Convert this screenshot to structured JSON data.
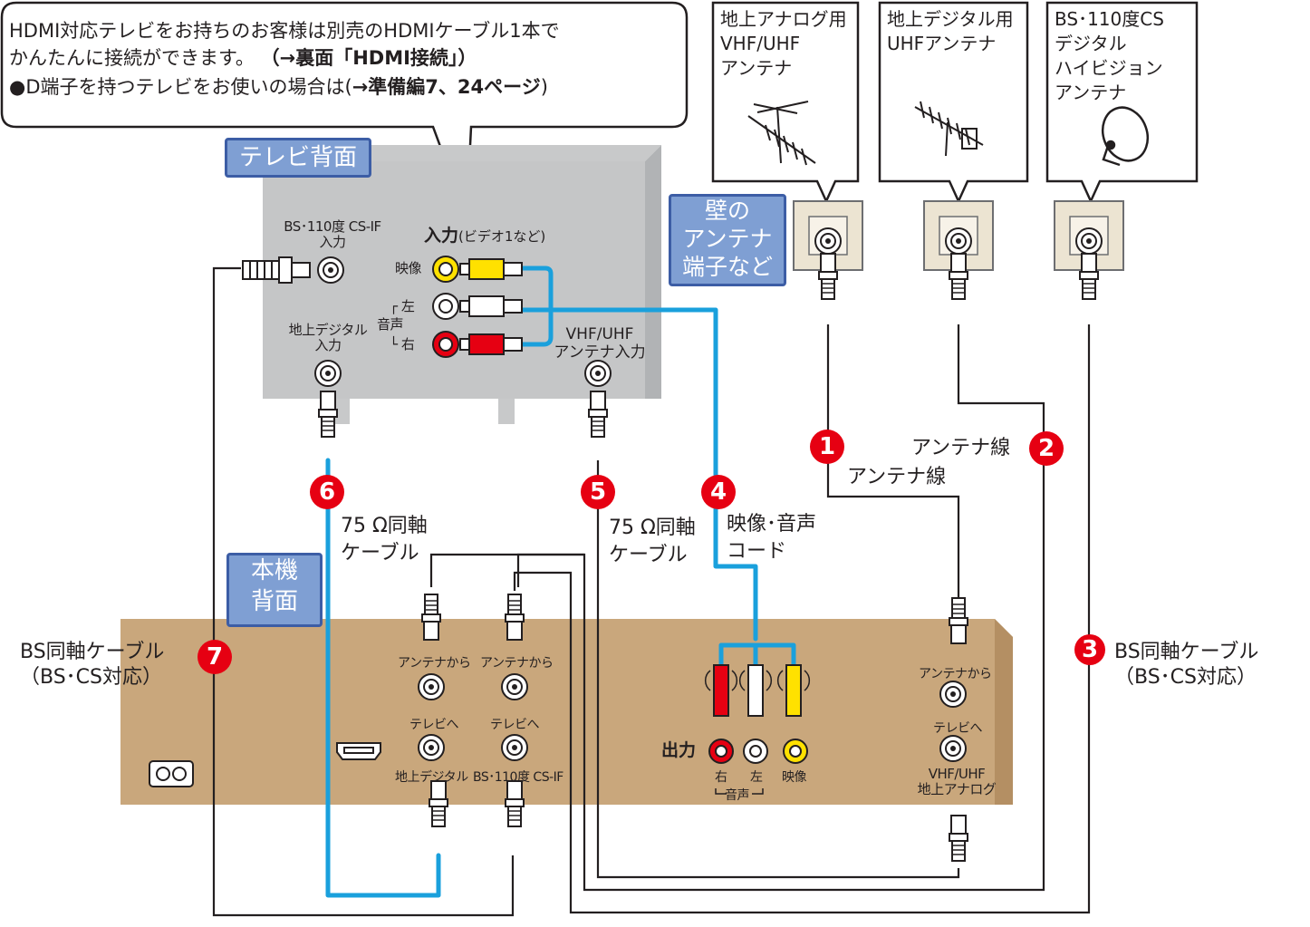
{
  "note": {
    "line1": "HDMI対応テレビをお持ちのお客様は別売のHDMIケーブル1本で",
    "line2a": "かんたんに接続ができます。",
    "line2b": "（→裏面「HDMI接続」）",
    "line3a": "●D端子を持つテレビをお使いの場合は(",
    "line3b": "→準備編7、24ページ",
    "line3c": ")"
  },
  "antennas": [
    {
      "lines": [
        "地上アナログ用",
        "VHF/UHF",
        "アンテナ"
      ]
    },
    {
      "lines": [
        "地上デジタル用",
        "UHFアンテナ"
      ]
    },
    {
      "lines": [
        "BS･110度CS",
        "デジタル",
        "ハイビジョン",
        "アンテナ"
      ]
    }
  ],
  "wall_tag": [
    "壁の",
    "アンテナ",
    "端子など"
  ],
  "tv_tag": "テレビ背面",
  "unit_tag": [
    "本機",
    "背面"
  ],
  "tv": {
    "bs_in": [
      "BS･110度 CS-IF",
      "入力"
    ],
    "input_title": "入力",
    "input_sub": "(ビデオ1など)",
    "video": "映像",
    "left": "左",
    "audio": "音声",
    "right": "右",
    "terr_digital": [
      "地上デジタル",
      "入力"
    ],
    "vhf_uhf_in": [
      "VHF/UHF",
      "アンテナ入力"
    ]
  },
  "unit": {
    "from_antenna_1": "アンテナから",
    "from_antenna_2": "アンテナから",
    "to_tv_1": "テレビへ",
    "to_tv_2": "テレビへ",
    "terr_digital": "地上デジタル",
    "bs_cs_if": "BS･110度 CS-IF",
    "output": "出力",
    "out_right": "右",
    "out_left": "左",
    "out_video": "映像",
    "out_audio": "音声",
    "analog_from_antenna": "アンテナから",
    "analog_to_tv": "テレビへ",
    "analog_label": [
      "VHF/UHF",
      "地上アナログ"
    ]
  },
  "cables": [
    {
      "num": "1",
      "label": "アンテナ線"
    },
    {
      "num": "2",
      "label": "アンテナ線"
    },
    {
      "num": "3",
      "label": [
        "BS同軸ケーブル",
        "（BS･CS対応）"
      ]
    },
    {
      "num": "4",
      "label": [
        "映像･音声",
        "コード"
      ]
    },
    {
      "num": "5",
      "label": [
        "75 Ω同軸",
        "ケーブル"
      ]
    },
    {
      "num": "6",
      "label": [
        "75 Ω同軸",
        "ケーブル"
      ]
    },
    {
      "num": "7",
      "label": [
        "BS同軸ケーブル",
        "（BS･CS対応）"
      ]
    }
  ],
  "colors": {
    "tv_panel": "#c8c9ca",
    "unit_panel": "#c9a77c",
    "blue_cable": "#1aa0dc",
    "number_badge": "#e60012",
    "tag_fill": "#7f9fd3",
    "wall_plate": "#ece4d2"
  }
}
